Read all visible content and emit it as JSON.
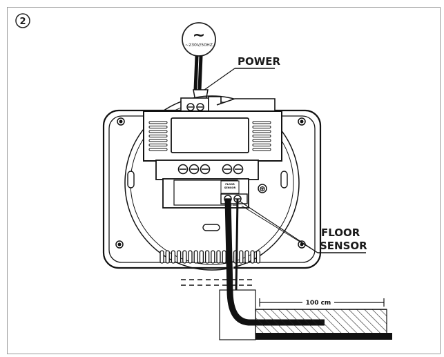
{
  "step_number": "2",
  "power_source": {
    "symbol": "~",
    "rating": "~230V/50HZ"
  },
  "labels": {
    "power": "POWER",
    "floor_sensor_line1": "FLOOR",
    "floor_sensor_line2": "SENSOR",
    "terminal_text_1": "FLOOR",
    "terminal_text_2": "SENSOR",
    "ground_symbol": "⊕"
  },
  "dimension": {
    "text": "100 cm"
  }
}
